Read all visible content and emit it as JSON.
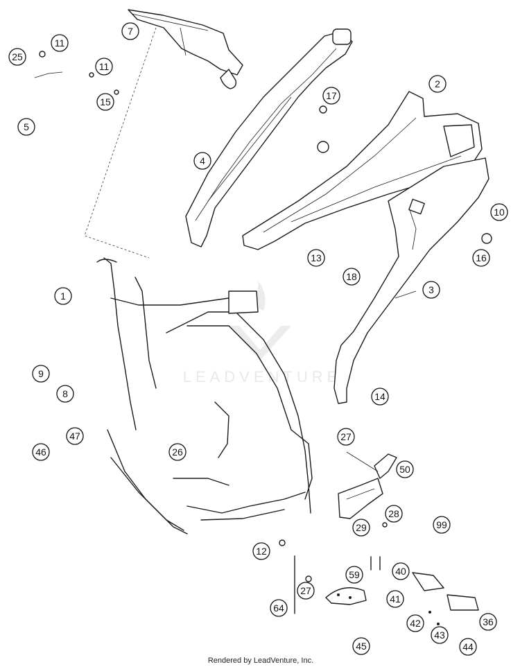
{
  "callouts": [
    {
      "label": "7"
    },
    {
      "label": "11"
    },
    {
      "label": "25"
    },
    {
      "label": "11"
    },
    {
      "label": "15"
    },
    {
      "label": "5"
    },
    {
      "label": "17"
    },
    {
      "label": "2"
    },
    {
      "label": "4"
    },
    {
      "label": "10"
    },
    {
      "label": "13"
    },
    {
      "label": "16"
    },
    {
      "label": "18"
    },
    {
      "label": "3"
    },
    {
      "label": "1"
    },
    {
      "label": "9"
    },
    {
      "label": "8"
    },
    {
      "label": "14"
    },
    {
      "label": "47"
    },
    {
      "label": "46"
    },
    {
      "label": "27"
    },
    {
      "label": "26"
    },
    {
      "label": "50"
    },
    {
      "label": "28"
    },
    {
      "label": "29"
    },
    {
      "label": "99"
    },
    {
      "label": "12"
    },
    {
      "label": "59"
    },
    {
      "label": "40"
    },
    {
      "label": "27"
    },
    {
      "label": "41"
    },
    {
      "label": "64"
    },
    {
      "label": "36"
    },
    {
      "label": "42"
    },
    {
      "label": "43"
    },
    {
      "label": "45"
    },
    {
      "label": "44"
    }
  ],
  "watermark": {
    "text": "LEADVENTURE"
  },
  "footer": {
    "text": "Rendered by LeadVenture, Inc."
  }
}
